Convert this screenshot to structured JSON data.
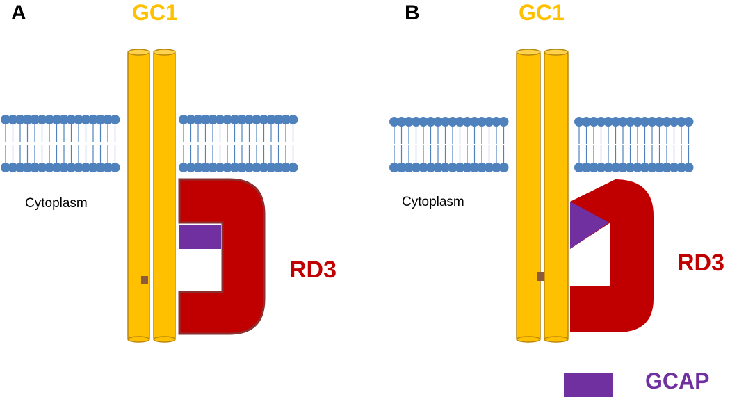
{
  "panel_a": {
    "letter": "A",
    "receptor_label": "GC1",
    "compartment_label": "Cytoplasm",
    "partner_label": "RD3"
  },
  "panel_b": {
    "letter": "B",
    "receptor_label": "GC1",
    "compartment_label": "Cytoplasm",
    "partner_label": "RD3"
  },
  "legend": {
    "gcap_label": "GCAP"
  },
  "colors": {
    "gc1": "#FFC000",
    "gc1_outline": "#B8860B",
    "rd3": "#C00000",
    "rd3_outline": "#8B2F2F",
    "gcap": "#7030A0",
    "lipid": "#4F81BD",
    "brown_mark": "#8B5A3C"
  }
}
